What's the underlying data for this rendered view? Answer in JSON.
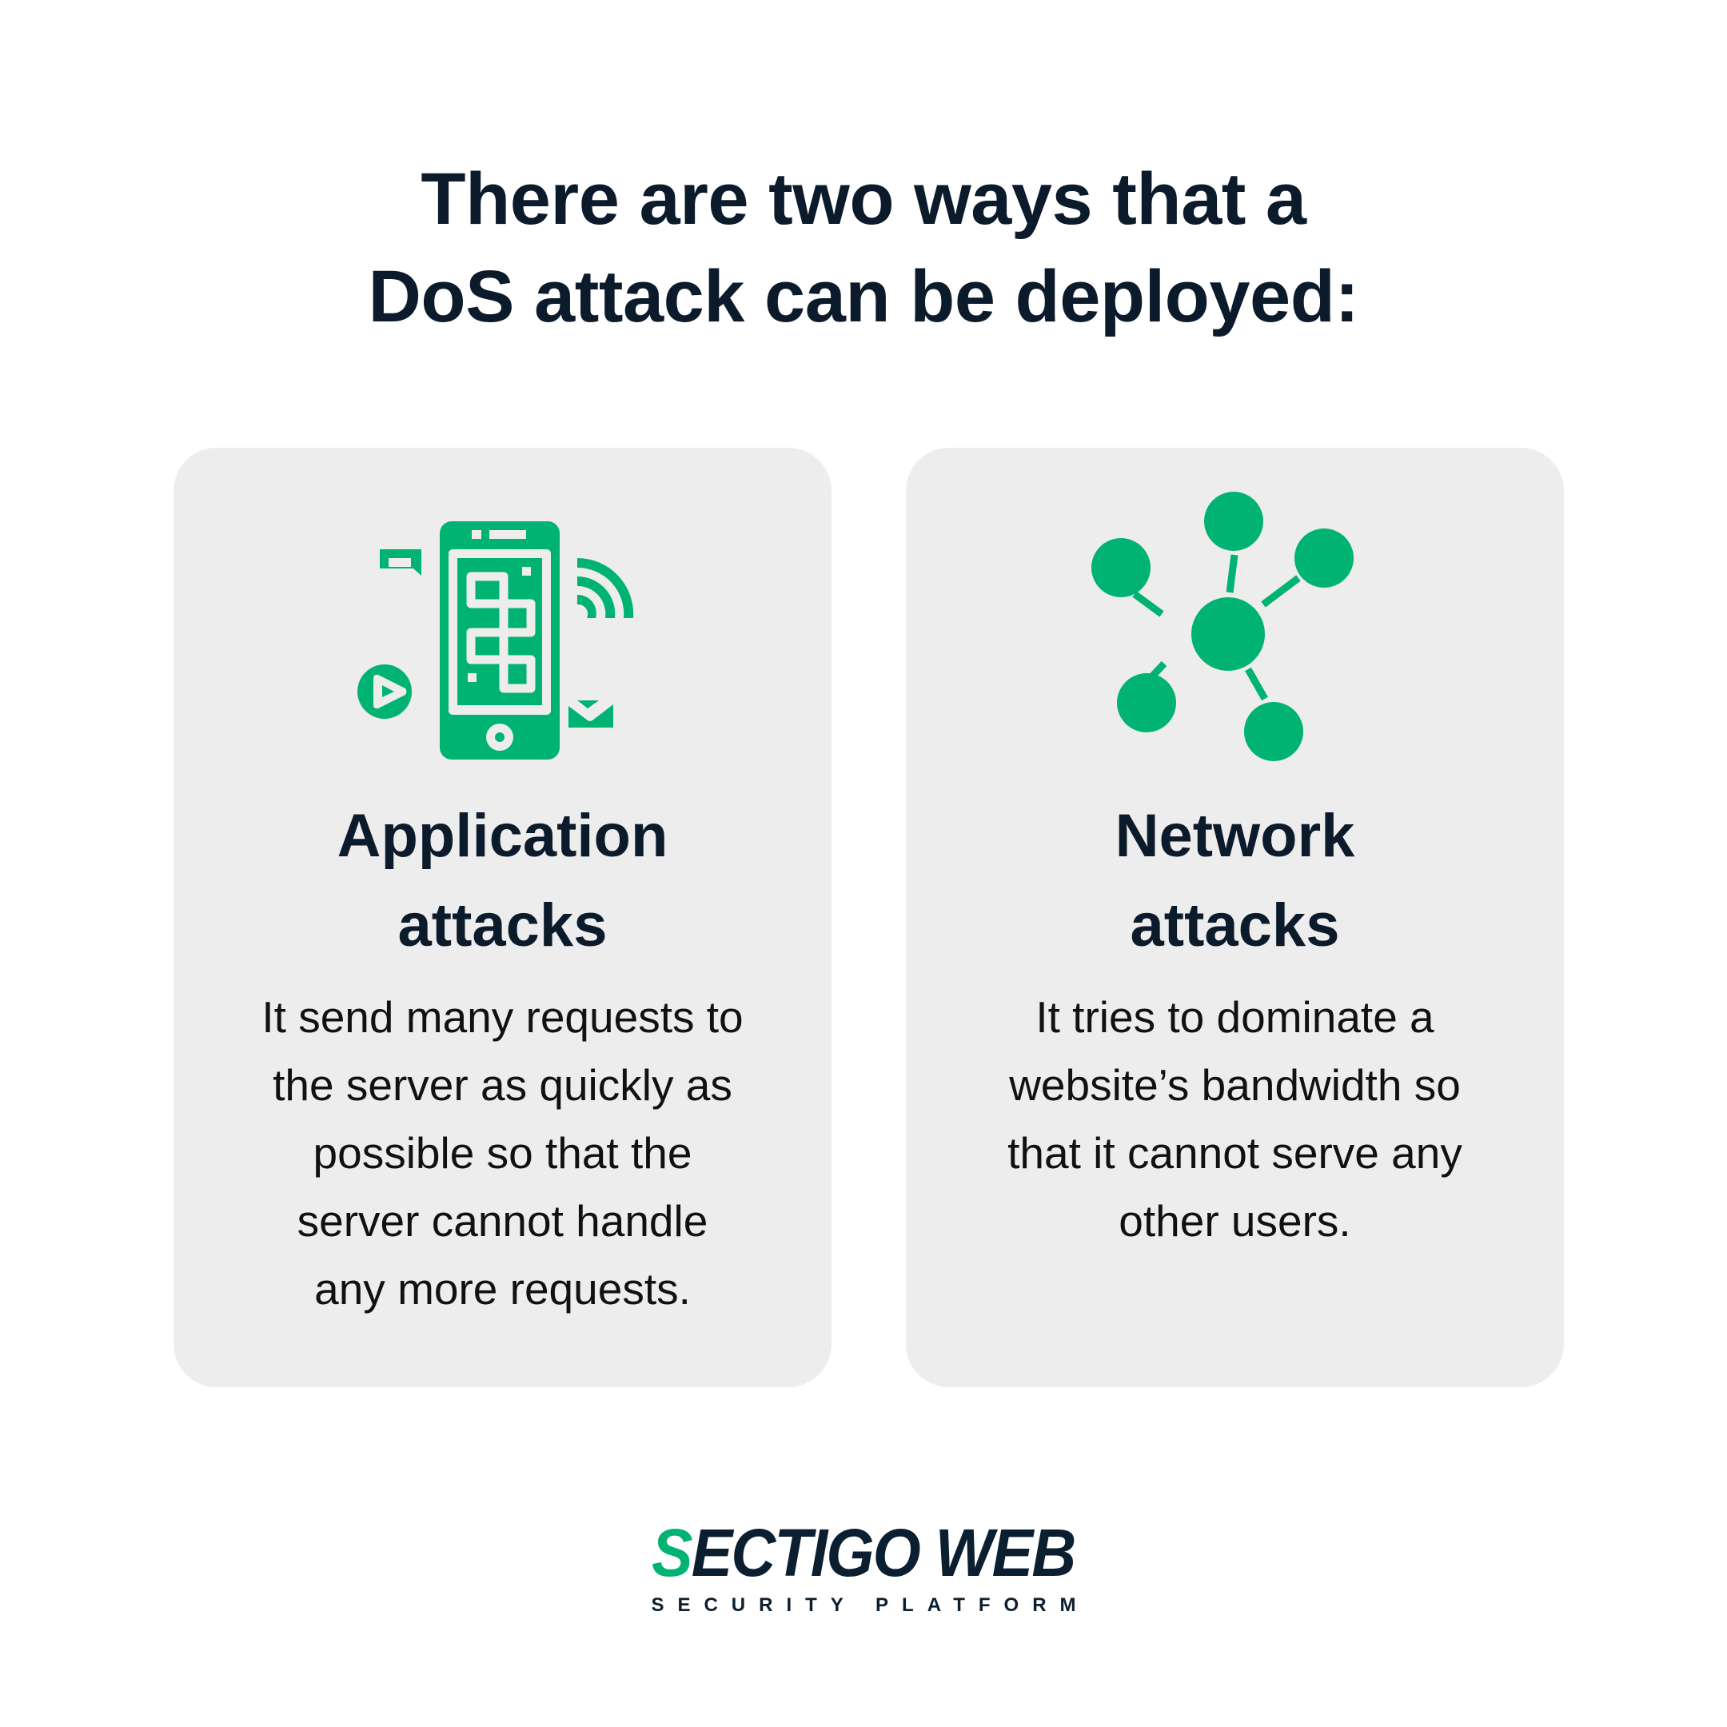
{
  "headline": {
    "lines": [
      "There are two ways that a",
      "DoS attack can be deployed:"
    ]
  },
  "colors": {
    "accent": "#00b373",
    "text_dark": "#0c1b2b",
    "card_bg": "#ededed"
  },
  "cards": [
    {
      "icon": "smartphone-apps-icon",
      "title_lines": [
        "Application",
        "attacks"
      ],
      "body_lines": [
        "It send many requests to",
        "the server as quickly as",
        "possible so that the",
        "server cannot handle",
        "any more requests."
      ]
    },
    {
      "icon": "network-nodes-icon",
      "title_lines": [
        "Network",
        "attacks"
      ],
      "body_lines": [
        "It tries to dominate a",
        "website’s bandwidth so",
        "that it cannot serve any",
        "other users."
      ]
    }
  ],
  "logo": {
    "mark": "S",
    "main_rest": "ECTIGO WEB",
    "sub": "SECURITY PLATFORM"
  }
}
